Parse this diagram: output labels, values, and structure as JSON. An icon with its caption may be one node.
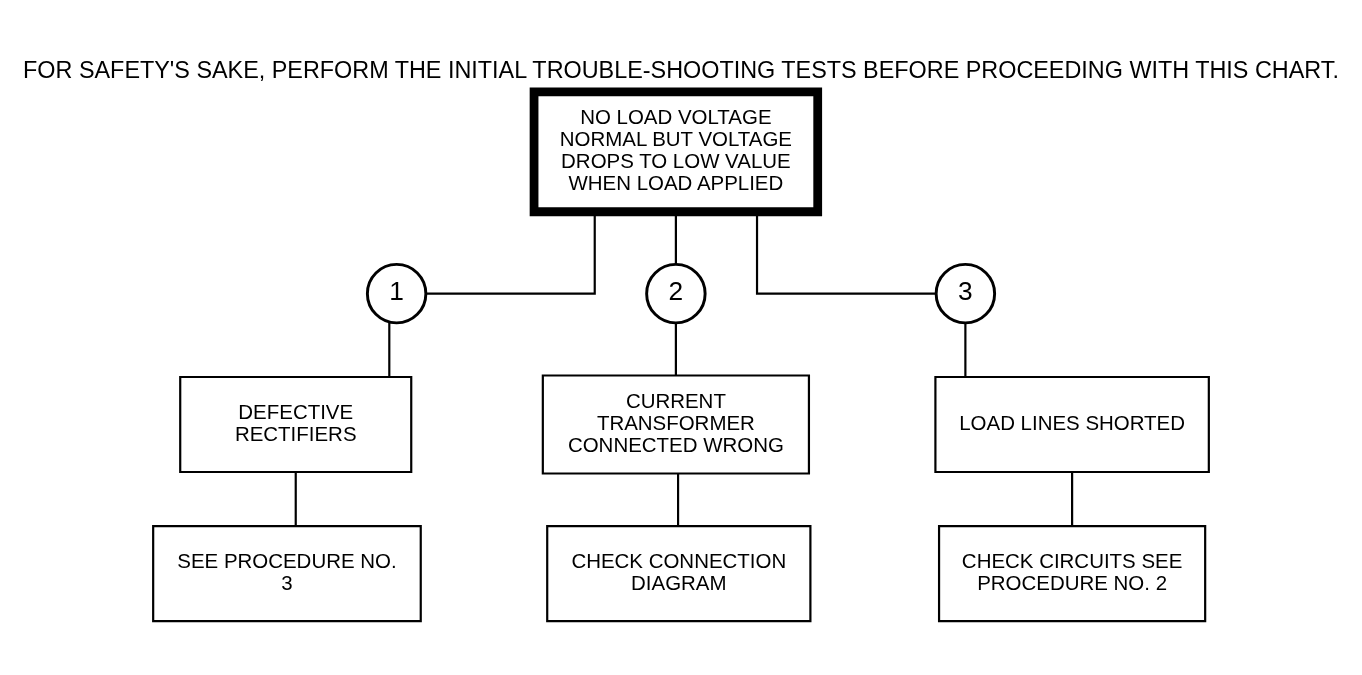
{
  "diagram": {
    "title": "FOR SAFETY'S SAKE, PERFORM THE INITIAL TROUBLE-SHOOTING TESTS BEFORE PROCEEDING WITH THIS CHART.",
    "nodes": [
      {
        "text": [
          "NO LOAD VOLTAGE NORMAL BUT VOLTAGE DROPS TO LOW VALUE WHEN LOAD APPLIED"
        ]
      },
      {
        "text": [
          "1"
        ]
      },
      {
        "text": [
          "2"
        ]
      },
      {
        "text": [
          "3"
        ]
      },
      {
        "text": [
          "DEFECTIVE RECTIFIERS"
        ]
      },
      {
        "text": [
          "CURRENT TRANSFORMER CONNECTED WRONG"
        ]
      },
      {
        "text": [
          "LOAD LINES SHORTED"
        ]
      },
      {
        "text": [
          "SEE PROCEDURE NO. 3"
        ]
      },
      {
        "text": [
          "CHECK CONNECTION DIAGRAM"
        ]
      },
      {
        "text": [
          "CHECK CIRCUITS SEE PROCEDURE NO. 2"
        ]
      }
    ],
    "edges": [
      {
        "from": 0,
        "to": 1,
        "arrow": "none"
      },
      {
        "from": 0,
        "to": 2,
        "arrow": "none"
      },
      {
        "from": 0,
        "to": 3,
        "arrow": "none"
      },
      {
        "from": 1,
        "to": 4,
        "arrow": "none"
      },
      {
        "from": 2,
        "to": 5,
        "arrow": "none"
      },
      {
        "from": 3,
        "to": 6,
        "arrow": "none"
      },
      {
        "from": 4,
        "to": 7,
        "arrow": "none"
      },
      {
        "from": 5,
        "to": 8,
        "arrow": "none"
      },
      {
        "from": 6,
        "to": 9,
        "arrow": "none"
      }
    ]
  }
}
